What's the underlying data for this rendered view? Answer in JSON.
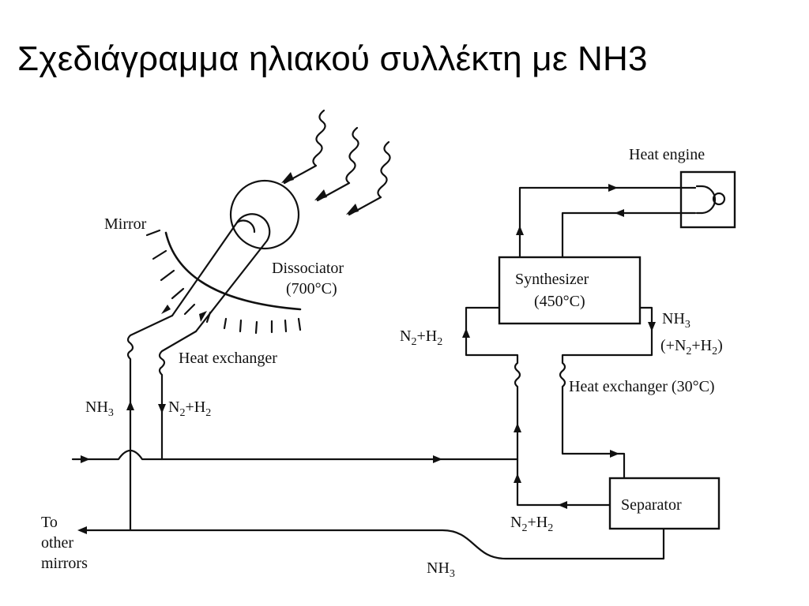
{
  "title": "Σχεδιάγραμμα ηλιακού συλλέκτη με NH3",
  "labels": {
    "mirror": "Mirror",
    "dissociator": "Dissociator",
    "dissociator_temp": "(700°C)",
    "heat_exchanger_left": "Heat exchanger",
    "nh3_left_main": "NH",
    "nh3_left_sub": "3",
    "n2h2_left_a": "N",
    "n2h2_left_b": "2",
    "n2h2_left_c": "+H",
    "n2h2_left_d": "2",
    "to": "To",
    "other": "other",
    "mirrors": "mirrors",
    "heat_engine": "Heat engine",
    "synthesizer": "Synthesizer",
    "synthesizer_temp": "(450°C)",
    "nh3_right_main": "NH",
    "nh3_right_sub": "3",
    "n2h2_paren_a": "(+N",
    "n2h2_paren_b": "2",
    "n2h2_paren_c": "+H",
    "n2h2_paren_d": "2",
    "n2h2_paren_e": ")",
    "n2h2_upper_a": "N",
    "n2h2_upper_b": "2",
    "n2h2_upper_c": "+H",
    "n2h2_upper_d": "2",
    "heat_exchanger_right": "Heat exchanger (30°C)",
    "separator": "Separator",
    "n2h2_lower_a": "N",
    "n2h2_lower_b": "2",
    "n2h2_lower_c": "+H",
    "n2h2_lower_d": "2",
    "nh3_bottom_main": "NH",
    "nh3_bottom_sub": "3"
  }
}
